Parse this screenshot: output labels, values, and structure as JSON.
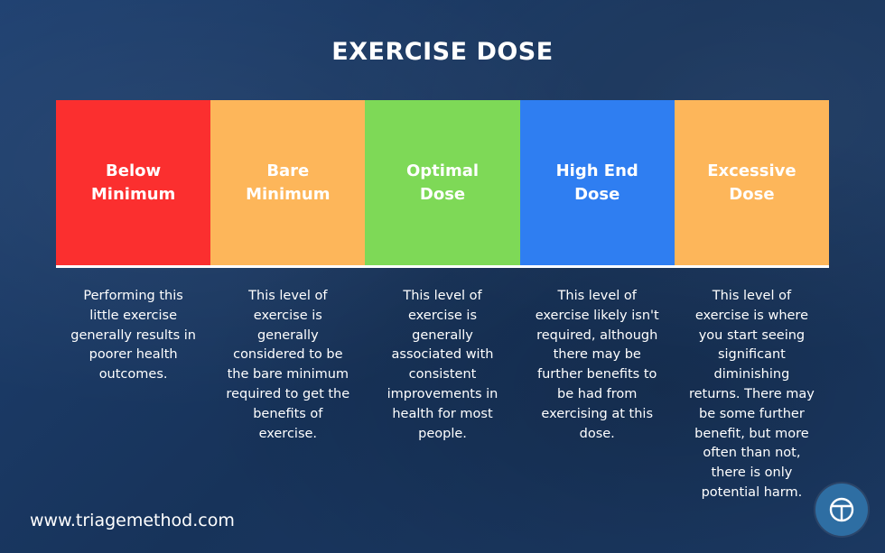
{
  "title": "EXERCISE DOSE",
  "colors": {
    "below_minimum": "#fb2f2f",
    "bare_minimum": "#fdb65a",
    "optimal_dose": "#7ed957",
    "high_end_dose": "#2f7ef1",
    "excessive_dose": "#fdb65a"
  },
  "levels": [
    {
      "label": "Below\nMinimum",
      "description": "Performing this\nlittle exercise\ngenerally results in\npoorer health\noutcomes."
    },
    {
      "label": "Bare\nMinimum",
      "description": "This level of\nexercise is\ngenerally\nconsidered to be\nthe bare minimum\nrequired to get the\nbenefits of\nexercise."
    },
    {
      "label": "Optimal\nDose",
      "description": "This level of\nexercise is\ngenerally\nassociated with\nconsistent\nimprovements in\nhealth for most\npeople."
    },
    {
      "label": "High End\nDose",
      "description": "This level of\nexercise likely isn't\nrequired, although\nthere may be\nfurther benefits to\nbe had from\nexercising at this\ndose."
    },
    {
      "label": "Excessive\nDose",
      "description": "This level of\nexercise is where\nyou start seeing\nsignificant\ndiminishing\nreturns. There may\nbe some further\nbenefit, but more\noften than not,\nthere is only\npotential harm."
    }
  ],
  "footer": {
    "url": "www.triagemethod.com",
    "logo_icon": "triage-method-logo-icon"
  }
}
